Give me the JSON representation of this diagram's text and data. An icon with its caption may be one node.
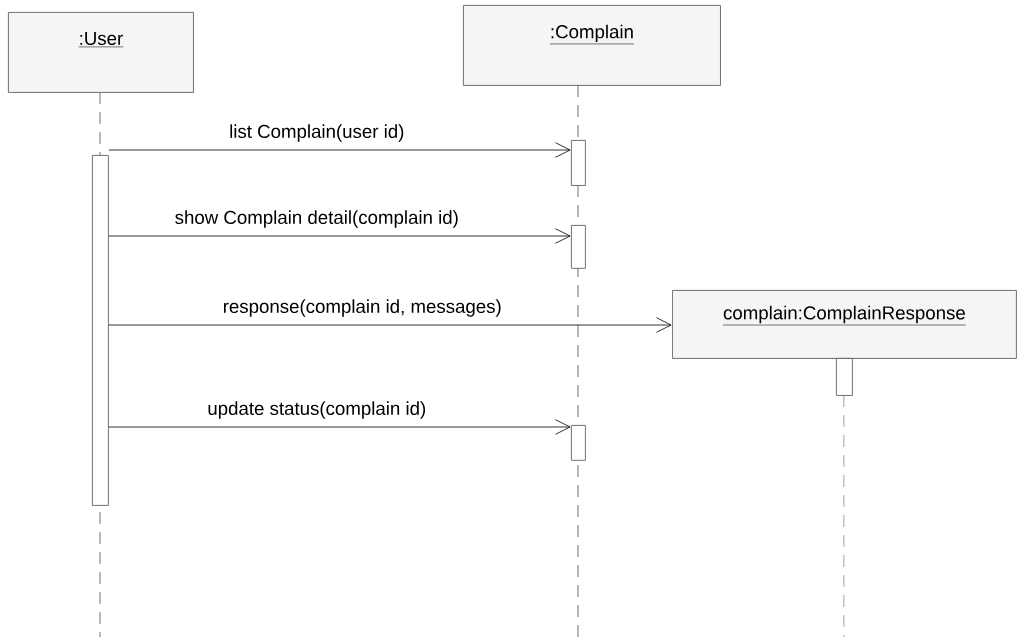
{
  "diagram": {
    "nodes": [
      {
        "text": [
          ":User"
        ]
      },
      {
        "text": [
          ":Complain"
        ]
      },
      {
        "text": [
          "complain:ComplainResponse"
        ]
      },
      {
        "text": [],
        "shape": "bar"
      },
      {
        "text": [],
        "shape": "bar"
      },
      {
        "text": [],
        "shape": "bar"
      },
      {
        "text": [],
        "shape": "bar"
      },
      {
        "text": [],
        "shape": "bar"
      }
    ],
    "edges": [
      {
        "from": 3,
        "to": 4,
        "arrow": "to",
        "label": "list Complain(user id)"
      },
      {
        "from": 3,
        "to": 5,
        "arrow": "to",
        "label": "show Complain detail(complain id)"
      },
      {
        "from": 3,
        "to": 2,
        "arrow": "to",
        "label": "response(complain id, messages)"
      },
      {
        "from": 3,
        "to": 6,
        "arrow": "to",
        "label": "update status(complain id)"
      }
    ]
  }
}
